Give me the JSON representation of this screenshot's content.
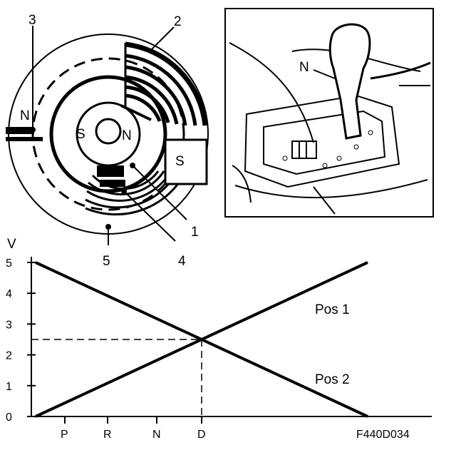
{
  "sensor_diagram": {
    "callouts": [
      "1",
      "2",
      "3",
      "4",
      "5"
    ],
    "center_labels": {
      "south": "S",
      "north": "N"
    },
    "left_pole": "N",
    "right_pole": "S"
  },
  "shifter_inset": {
    "label": "N"
  },
  "chart_data": {
    "type": "line",
    "ylabel": "V",
    "xlabel": "",
    "categories": [
      "P",
      "R",
      "N",
      "D"
    ],
    "y_ticks": [
      "0",
      "1",
      "2",
      "3",
      "4",
      "5"
    ],
    "ylim": [
      0,
      5
    ],
    "series": [
      {
        "name": "Pos 1",
        "points": [
          [
            0,
            0
          ],
          [
            1,
            5
          ]
        ]
      },
      {
        "name": "Pos 2",
        "points": [
          [
            0,
            5
          ],
          [
            1,
            0
          ]
        ]
      }
    ],
    "reference": {
      "category": "D",
      "value": 2.5
    },
    "grid": false
  },
  "figure_code": "F440D034"
}
